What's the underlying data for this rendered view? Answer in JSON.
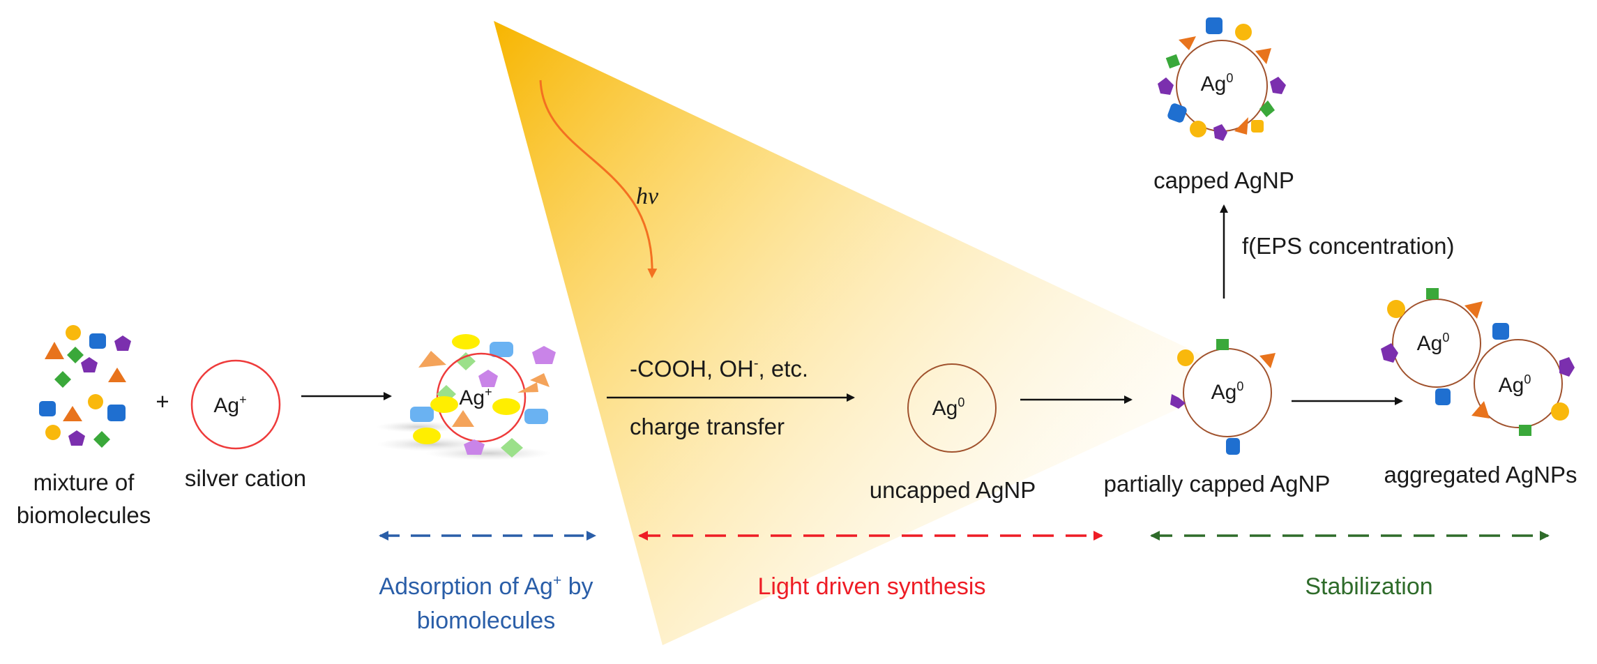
{
  "reactants": {
    "mixture_label_line1": "mixture of",
    "mixture_label_line2": "biomolecules",
    "plus": "+",
    "silver_cation_symbol": "Ag",
    "silver_cation_charge": "+",
    "silver_cation_label": "silver cation"
  },
  "adsorbed": {
    "symbol": "Ag",
    "charge": "+"
  },
  "light": {
    "symbol": "hν"
  },
  "reaction": {
    "groups_text": "-COOH, OH",
    "groups_superscript": "-",
    "groups_suffix": ", etc.",
    "mechanism_text": "charge transfer"
  },
  "particles": {
    "ag0_symbol": "Ag",
    "ag0_superscript": "0",
    "uncapped_label": "uncapped AgNP",
    "partially_capped_label": "partially capped AgNP",
    "capped_label": "capped AgNP",
    "aggregated_label": "aggregated AgNPs",
    "condition_label": "f(EPS concentration)"
  },
  "phases": {
    "adsorption_line1_pre": "Adsorption of Ag",
    "adsorption_line1_sup": "+",
    "adsorption_line1_post": " by",
    "adsorption_line2": "biomolecules",
    "light_driven": "Light driven synthesis",
    "stabilization": "Stabilization"
  },
  "colors": {
    "adsorption": "#2a5ea8",
    "light_driven": "#ee1c25",
    "stabilization": "#2e6b2a",
    "cation_ring": "#ee3b3b",
    "particle_ring": "#a0522d",
    "light_beam": "#f7b500",
    "photon": "#f37021"
  }
}
